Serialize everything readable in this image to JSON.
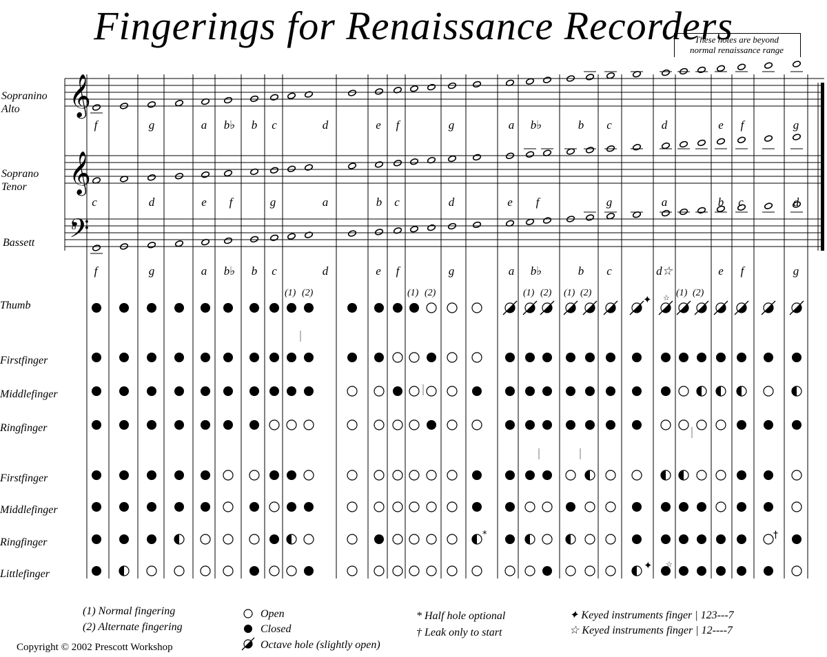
{
  "title": "Fingerings for Renaissance Recorders",
  "beyond_note": [
    "These notes are beyond",
    "normal renaissance range"
  ],
  "clef_labels": {
    "sopranino_alto": [
      "Sopranino",
      "Alto"
    ],
    "soprano_tenor": [
      "Soprano",
      "Tenor"
    ],
    "bassett": "Bassett",
    "bassett_octave": "8"
  },
  "note_names_top": [
    [
      "f",
      139
    ],
    [
      "g",
      220
    ],
    [
      "a",
      296
    ],
    [
      "b♭",
      333
    ],
    [
      "b",
      369
    ],
    [
      "c",
      398
    ],
    [
      "d",
      472
    ],
    [
      "e",
      549
    ],
    [
      "f",
      577
    ],
    [
      "g",
      655
    ],
    [
      "a",
      742
    ],
    [
      "b♭",
      778
    ],
    [
      "b",
      843
    ],
    [
      "c",
      884
    ],
    [
      "d",
      964
    ],
    [
      "e",
      1046
    ],
    [
      "f",
      1077
    ],
    [
      "g",
      1155
    ]
  ],
  "note_names_mid": [
    [
      "c",
      137
    ],
    [
      "d",
      220
    ],
    [
      "e",
      296
    ],
    [
      "f",
      335
    ],
    [
      "g",
      396
    ],
    [
      "a",
      472
    ],
    [
      "b",
      550
    ],
    [
      "c",
      576
    ],
    [
      "d",
      655
    ],
    [
      "e",
      740
    ],
    [
      "f",
      780
    ],
    [
      "g",
      884
    ],
    [
      "a",
      964
    ],
    [
      "b",
      1046
    ],
    [
      "c",
      1075
    ],
    [
      "d",
      1155
    ]
  ],
  "note_names_bot": [
    [
      "f",
      139
    ],
    [
      "g",
      220
    ],
    [
      "a",
      296
    ],
    [
      "b♭",
      333
    ],
    [
      "b",
      369
    ],
    [
      "c",
      398
    ],
    [
      "d",
      472
    ],
    [
      "e",
      549
    ],
    [
      "f",
      577
    ],
    [
      "g",
      655
    ],
    [
      "a",
      742
    ],
    [
      "b♭",
      778
    ],
    [
      "b",
      843
    ],
    [
      "c",
      884
    ],
    [
      "d☆",
      964
    ],
    [
      "e",
      1046
    ],
    [
      "f",
      1077
    ],
    [
      "g",
      1155
    ]
  ],
  "alt_labels": [
    [
      "(1)",
      423
    ],
    [
      "(2)",
      448
    ],
    [
      "(1)",
      601
    ],
    [
      "(2)",
      626
    ],
    [
      "(1)",
      769
    ],
    [
      "(2)",
      794
    ],
    [
      "(1)",
      828
    ],
    [
      "(2)",
      852
    ],
    [
      "(1)",
      991
    ],
    [
      "(2)",
      1015
    ]
  ],
  "fingers": [
    "Thumb",
    "Firstfinger",
    "Middlefinger",
    "Ringfinger",
    "Firstfinger",
    "Middlefinger",
    "Ringfinger",
    "Littlefinger"
  ],
  "columns_x": [
    140,
    180,
    220,
    260,
    298,
    331,
    369,
    398,
    423,
    448,
    511,
    550,
    577,
    601,
    626,
    656,
    692,
    740,
    769,
    794,
    828,
    856,
    886,
    924,
    966,
    992,
    1018,
    1046,
    1076,
    1115,
    1156
  ],
  "fingering_grid": [
    [
      "C",
      "C",
      "C",
      "C",
      "C",
      "C",
      "C",
      "C",
      "C",
      "C",
      "C",
      "C",
      "C",
      "C",
      "O",
      "O",
      "O",
      "T",
      "T",
      "T",
      "T",
      "T",
      "T",
      "T",
      "T",
      "T",
      "T",
      "T",
      "T",
      "T",
      "T"
    ],
    [
      "C",
      "C",
      "C",
      "C",
      "C",
      "C",
      "C",
      "C",
      "C",
      "C",
      "C",
      "C",
      "O",
      "O",
      "C",
      "O",
      "O",
      "C",
      "C",
      "C",
      "C",
      "C",
      "C",
      "C",
      "C",
      "C",
      "C",
      "C",
      "C",
      "C",
      "C"
    ],
    [
      "C",
      "C",
      "C",
      "C",
      "C",
      "C",
      "C",
      "C",
      "C",
      "C",
      "O",
      "O",
      "C",
      "O",
      "O",
      "O",
      "C",
      "C",
      "C",
      "C",
      "C",
      "C",
      "C",
      "C",
      "C",
      "O",
      "H",
      "H",
      "H",
      "O",
      "H"
    ],
    [
      "C",
      "C",
      "C",
      "C",
      "C",
      "C",
      "C",
      "O",
      "O",
      "O",
      "O",
      "O",
      "O",
      "O",
      "C",
      "O",
      "O",
      "C",
      "C",
      "C",
      "C",
      "C",
      "C",
      "C",
      "O",
      "O",
      "O",
      "O",
      "C",
      "C",
      "C"
    ],
    [
      "C",
      "C",
      "C",
      "C",
      "C",
      "O",
      "O",
      "C",
      "C",
      "O",
      "O",
      "O",
      "O",
      "O",
      "O",
      "O",
      "C",
      "C",
      "C",
      "C",
      "O",
      "H",
      "O",
      "O",
      "H",
      "H",
      "O",
      "O",
      "C",
      "C",
      "O"
    ],
    [
      "C",
      "C",
      "C",
      "C",
      "C",
      "O",
      "C",
      "O",
      "C",
      "C",
      "O",
      "O",
      "O",
      "O",
      "O",
      "O",
      "C",
      "C",
      "O",
      "O",
      "C",
      "O",
      "O",
      "C",
      "C",
      "C",
      "C",
      "O",
      "C",
      "C",
      "O"
    ],
    [
      "C",
      "C",
      "C",
      "H",
      "O",
      "O",
      "O",
      "C",
      "H",
      "O",
      "O",
      "C",
      "O",
      "O",
      "O",
      "O",
      "H",
      "C",
      "H",
      "O",
      "H",
      "O",
      "O",
      "C",
      "C",
      "C",
      "C",
      "C",
      "C",
      "O",
      "C"
    ],
    [
      "C",
      "H",
      "O",
      "O",
      "O",
      "O",
      "C",
      "O",
      "O",
      "C",
      "O",
      "O",
      "O",
      "O",
      "O",
      "O",
      "O",
      "O",
      "O",
      "C",
      "O",
      "O",
      "O",
      "H",
      "C",
      "C",
      "C",
      "C",
      "C",
      "C",
      "O"
    ]
  ],
  "marks": {
    "half_optional": "*",
    "leak_start": "†",
    "keyed_a": "✦",
    "keyed_b": "☆"
  },
  "legend": {
    "normal": "(1) Normal fingering",
    "alternate": "(2) Alternate fingering",
    "open": "Open",
    "closed": "Closed",
    "octave": "Octave hole (slightly open)",
    "half_hole": "* Half hole optional",
    "leak": "† Leak only to start",
    "keyed_123": "✦ Keyed instruments finger | 123---7",
    "keyed_12": "☆ Keyed instruments finger | 12----7"
  },
  "copyright": "Copyright © 2002 Prescott Workshop"
}
